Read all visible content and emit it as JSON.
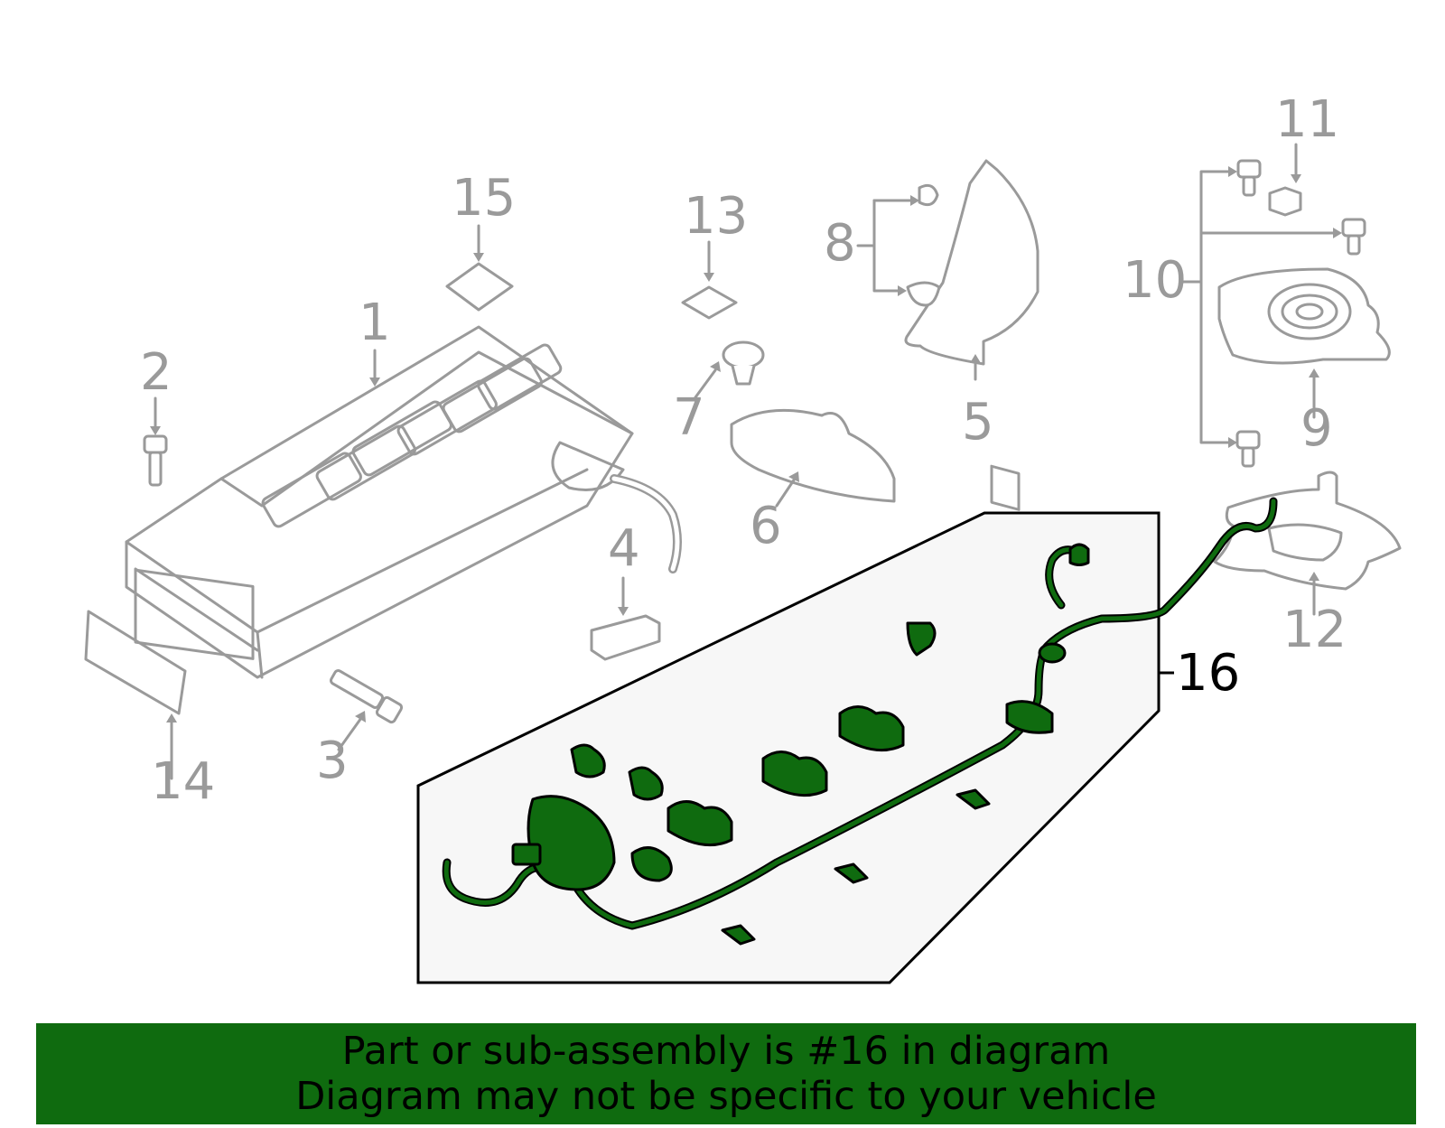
{
  "callouts": {
    "c1": "1",
    "c2": "2",
    "c3": "3",
    "c4": "4",
    "c5": "5",
    "c6": "6",
    "c7": "7",
    "c8": "8",
    "c9": "9",
    "c10": "10",
    "c11": "11",
    "c12": "12",
    "c13": "13",
    "c14": "14",
    "c15": "15",
    "c16": "16"
  },
  "highlight_callout": "16",
  "banner": {
    "line1": "Part or sub-assembly is #16 in diagram",
    "line2": "Diagram may not be specific to your vehicle"
  },
  "colors": {
    "highlight_green": "#0f6b0f",
    "line_gray": "#9a9a9a",
    "panel_bg": "#f7f7f7"
  }
}
